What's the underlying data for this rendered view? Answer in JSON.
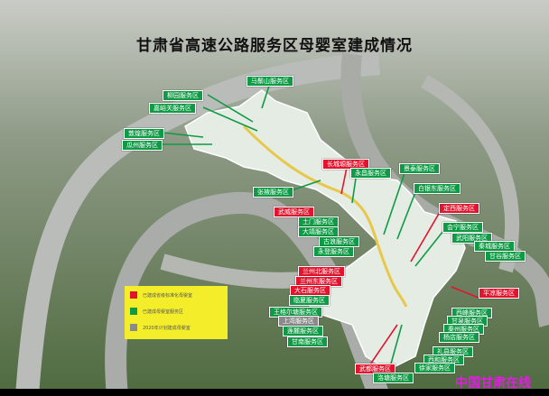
{
  "title": "甘肃省高速公路服务区母婴室建成情况",
  "colors": {
    "built_standard": "#e2142e",
    "built": "#0f9a45",
    "planned_2020": "#8a8a8a"
  },
  "legend": [
    {
      "status": "built_standard",
      "text": "已建成省级标准化母婴室"
    },
    {
      "status": "built",
      "text": "已建成母婴室服务区"
    },
    {
      "status": "planned_2020",
      "text": "2020年计划建成母婴室"
    }
  ],
  "labels": [
    {
      "text": "马鬃山服务区",
      "status": "built"
    },
    {
      "text": "柳园服务区",
      "status": "built"
    },
    {
      "text": "嘉峪关服务区",
      "status": "built"
    },
    {
      "text": "敦煌服务区",
      "status": "built"
    },
    {
      "text": "瓜州服务区",
      "status": "built"
    },
    {
      "text": "张掖服务区",
      "status": "built"
    },
    {
      "text": "长城塬服务区",
      "status": "built_standard"
    },
    {
      "text": "永昌服务区",
      "status": "built"
    },
    {
      "text": "景泰服务区",
      "status": "built"
    },
    {
      "text": "白银东服务区",
      "status": "built"
    },
    {
      "text": "定西服务区",
      "status": "built_standard"
    },
    {
      "text": "会宁服务区",
      "status": "built"
    },
    {
      "text": "武阳服务区",
      "status": "built"
    },
    {
      "text": "秦城服务区",
      "status": "built"
    },
    {
      "text": "甘谷服务区",
      "status": "built"
    },
    {
      "text": "武威服务区",
      "status": "built_standard"
    },
    {
      "text": "土门服务区",
      "status": "built"
    },
    {
      "text": "大靖服务区",
      "status": "built"
    },
    {
      "text": "古浪服务区",
      "status": "built"
    },
    {
      "text": "永登服务区",
      "status": "built"
    },
    {
      "text": "兰州北服务区",
      "status": "built_standard"
    },
    {
      "text": "兰州东服务区",
      "status": "built_standard"
    },
    {
      "text": "大石服务区",
      "status": "built_standard"
    },
    {
      "text": "临夏服务区",
      "status": "built"
    },
    {
      "text": "王格尔塘服务区",
      "status": "built"
    },
    {
      "text": "上湾服务区",
      "status": "planned_2020"
    },
    {
      "text": "莲麓服务区",
      "status": "built"
    },
    {
      "text": "甘南服务区",
      "status": "built"
    },
    {
      "text": "平凉服务区",
      "status": "built_standard"
    },
    {
      "text": "西峰服务区",
      "status": "built"
    },
    {
      "text": "甘泉服务区",
      "status": "built"
    },
    {
      "text": "秦州服务区",
      "status": "built"
    },
    {
      "text": "杨店服务区",
      "status": "built"
    },
    {
      "text": "礼县服务区",
      "status": "built"
    },
    {
      "text": "西和服务区",
      "status": "built"
    },
    {
      "text": "徐家服务区",
      "status": "built"
    },
    {
      "text": "武都服务区",
      "status": "built_standard"
    },
    {
      "text": "洛塘服务区",
      "status": "built"
    }
  ],
  "watermark": "中国甘肃在线"
}
